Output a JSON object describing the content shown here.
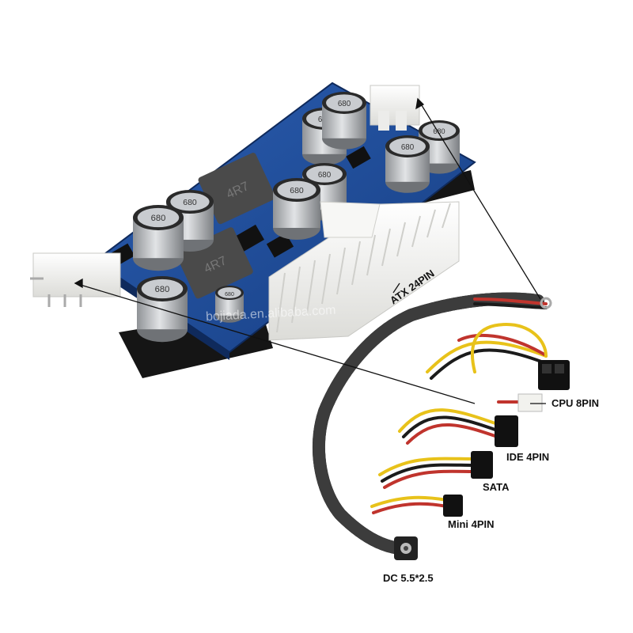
{
  "watermark": "bojiada.en.alibaba.com",
  "labels": {
    "atx": "ATX 24PIN",
    "cpu": "CPU 8PIN",
    "ide": "IDE 4PIN",
    "sata": "SATA",
    "mini": "Mini 4PIN",
    "dc": "DC 5.5*2.5"
  },
  "capacitor_marking": "680",
  "inductor_marking": "4R7",
  "colors": {
    "pcb": "#1f4e9c",
    "heatsink": "#151515",
    "connector": "#f4f4f2",
    "capacitor": "#b9bcc0",
    "wire_yellow": "#e8c21a",
    "wire_red": "#c0342d",
    "wire_black": "#1b1b1b",
    "braid": "#222222"
  }
}
